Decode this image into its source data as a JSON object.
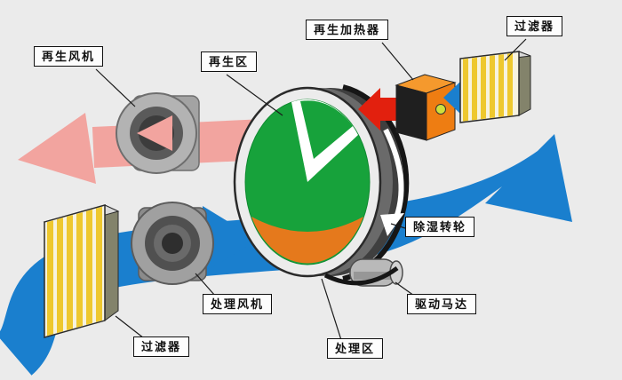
{
  "labels": {
    "regen_fan": "再生风机",
    "regen_zone": "再生区",
    "regen_heater": "再生加热器",
    "filter_top": "过滤器",
    "rotor_wheel": "除湿转轮",
    "drive_motor": "驱动马达",
    "process_fan": "处理风机",
    "process_zone": "处理区",
    "filter_bottom": "过滤器"
  },
  "colors": {
    "background": "#ebebeb",
    "process_air_blue": "#1a7fce",
    "regen_exhaust_pink": "#f2a49f",
    "hot_air_red": "#e2200e",
    "rotor_green": "#17a23b",
    "heater_orange": "#ee7d12",
    "desiccant_orange": "#e5791c",
    "filter_yellow": "#eec82e"
  }
}
